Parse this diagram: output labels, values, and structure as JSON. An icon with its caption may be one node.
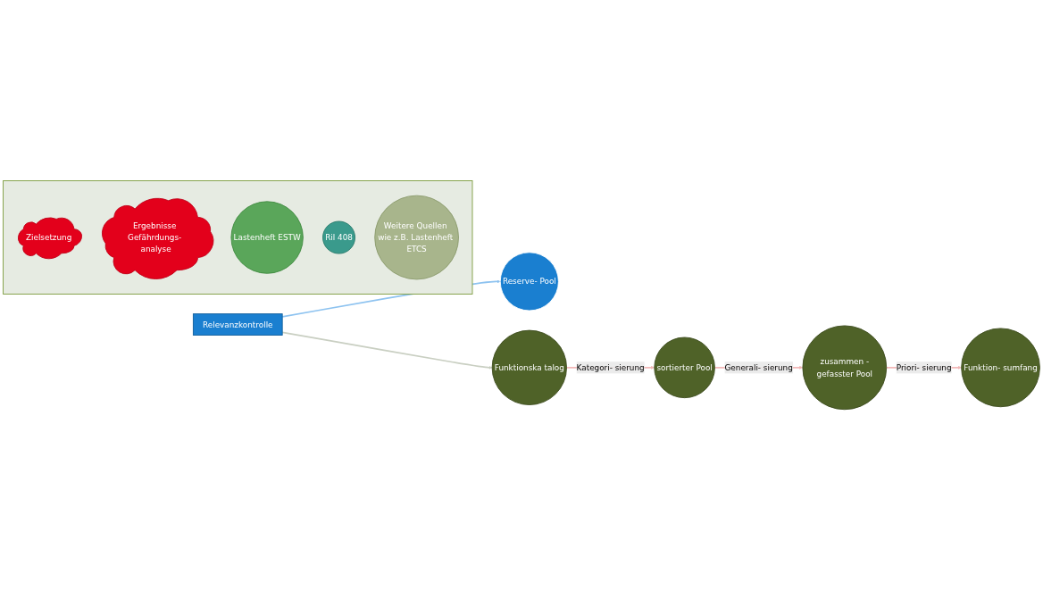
{
  "diagram": {
    "nodes": [
      {
        "text": [],
        "shape": "funnel"
      },
      {
        "text": [
          "Zielsetzung"
        ],
        "in": 0
      },
      {
        "text": [
          "Ergebnisse Gefährdungs- analyse"
        ],
        "in": 0
      },
      {
        "text": [
          "Lastenheft ESTW"
        ],
        "in": 0
      },
      {
        "text": [
          "Ril 408"
        ],
        "in": 0
      },
      {
        "text": [
          "Weitere Quellen wie z.B. Lastenheft ETCS"
        ],
        "in": 0
      },
      {
        "text": [
          "Relevanzkontrolle"
        ]
      },
      {
        "text": [
          "Reserve- Pool"
        ]
      },
      {
        "text": [
          "Funktionska talog"
        ]
      },
      {
        "text": [
          "sortierter Pool"
        ]
      },
      {
        "text": [
          "zusammen -gefasster Pool"
        ]
      },
      {
        "text": [
          "Funktion- sumfang"
        ]
      }
    ],
    "edges": [
      {
        "from": 6,
        "to": 7,
        "arrow": "to",
        "color": "#8ec3f0"
      },
      {
        "from": 6,
        "to": 8,
        "arrow": "to",
        "color": "#c9cfc2"
      },
      {
        "from": 8,
        "to": 9,
        "arrow": "to",
        "label": "Kategori- sierung"
      },
      {
        "from": 9,
        "to": 10,
        "arrow": "to",
        "label": "Generali- sierung"
      },
      {
        "from": 10,
        "to": 11,
        "arrow": "to",
        "label": "Priori- sierung"
      }
    ]
  }
}
